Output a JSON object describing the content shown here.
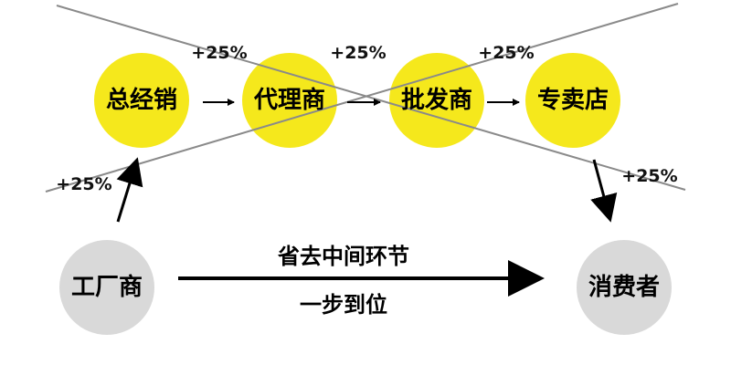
{
  "colors": {
    "middleman_fill": "#F5E81C",
    "endpoint_fill": "#D9D9D9",
    "cross_line": "#8A8A8A",
    "arrow": "#000000"
  },
  "nodes": {
    "general_distributor": "总经销",
    "agent": "代理商",
    "wholesaler": "批发商",
    "retailer": "专卖店",
    "factory": "工厂商",
    "consumer": "消费者"
  },
  "markups": {
    "factory_to_general": "+25%",
    "general_to_agent": "+25%",
    "agent_to_wholesaler": "+25%",
    "wholesaler_to_retailer": "+25%",
    "retailer_to_consumer": "+25%"
  },
  "direct_path": {
    "top_caption": "省去中间环节",
    "bottom_caption": "一步到位"
  }
}
